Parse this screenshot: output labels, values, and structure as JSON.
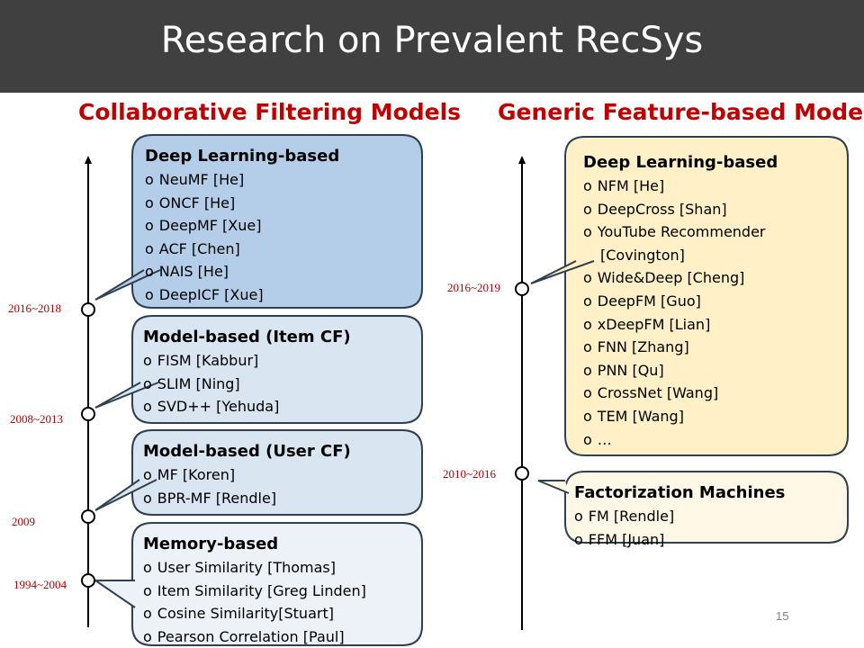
{
  "title": "Research on Prevalent RecSys",
  "page_number": "15",
  "colors": {
    "header_bg": "#404040",
    "section_title": "#c00000",
    "date_label": "#b00000",
    "cf_deep_fill": "#b4cde8",
    "cf_model_fill": "#dae5f2",
    "cf_memory_fill": "#edf2f9",
    "gf_deep_fill": "#fff0c8",
    "gf_fm_fill": "#fff8e6",
    "box_stroke": "#2f4050"
  },
  "cf": {
    "section_title": "Collaborative Filtering Models",
    "timeline": [
      {
        "label": "2016~2018"
      },
      {
        "label": "2008~2013"
      },
      {
        "label": "2009"
      },
      {
        "label": "1994~2004"
      }
    ],
    "boxes": [
      {
        "title": "Deep Learning-based",
        "items": [
          "NeuMF [He]",
          "ONCF [He]",
          "DeepMF [Xue]",
          "ACF [Chen]",
          "NAIS [He]",
          "DeepICF [Xue]"
        ]
      },
      {
        "title": "Model-based (Item CF)",
        "items": [
          "FISM [Kabbur]",
          "SLIM [Ning]",
          "SVD++ [Yehuda]"
        ]
      },
      {
        "title": "Model-based (User CF)",
        "items": [
          "MF [Koren]",
          "BPR-MF [Rendle]"
        ]
      },
      {
        "title": "Memory-based",
        "items": [
          "User Similarity [Thomas]",
          "Item Similarity [Greg Linden]",
          "Cosine Similarity[Stuart]",
          "Pearson Correlation [Paul]"
        ]
      }
    ]
  },
  "gf": {
    "section_title": "Generic Feature-based Models",
    "timeline": [
      {
        "label": "2016~2019"
      },
      {
        "label": "2010~2016"
      }
    ],
    "boxes": [
      {
        "title": "Deep Learning-based",
        "items": [
          "NFM [He]",
          "DeepCross [Shan]",
          "YouTube Recommender",
          "[Covington]",
          "Wide&Deep [Cheng]",
          "DeepFM [Guo]",
          "xDeepFM [Lian]",
          "FNN [Zhang]",
          "PNN [Qu]",
          "CrossNet [Wang]",
          "TEM [Wang]",
          "…"
        ]
      },
      {
        "title": "Factorization Machines",
        "items": [
          "FM [Rendle]",
          "FFM [Juan]"
        ]
      }
    ]
  },
  "bullet": "o"
}
